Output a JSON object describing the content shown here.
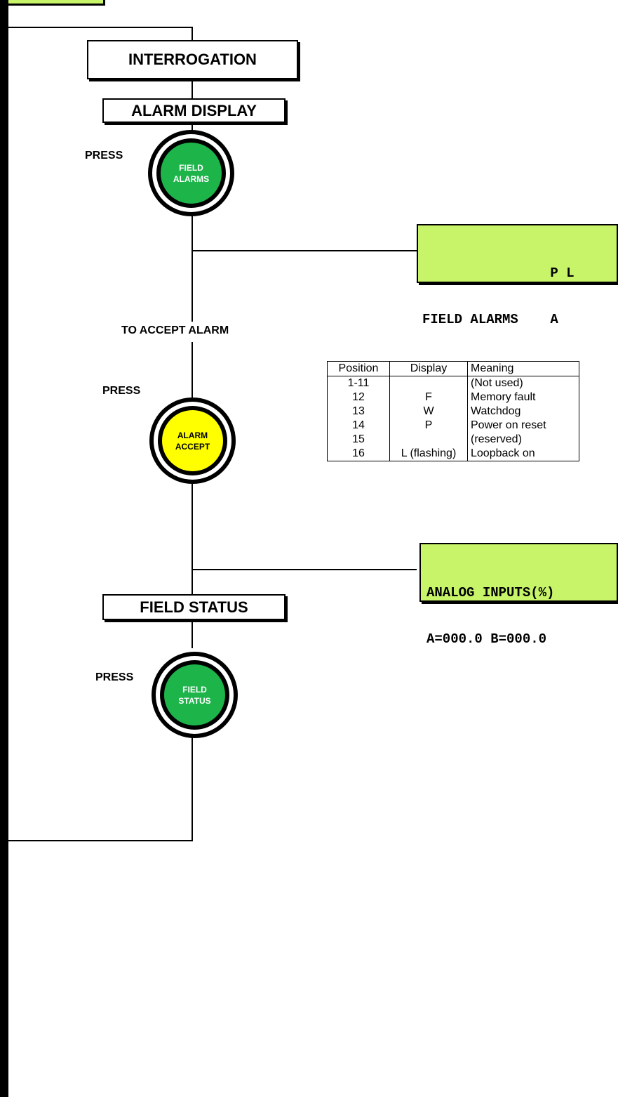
{
  "boxes": {
    "interrogation": "INTERROGATION",
    "alarm_display": "ALARM DISPLAY",
    "field_status": "FIELD STATUS"
  },
  "labels": {
    "press_1": "PRESS",
    "to_accept": "TO ACCEPT ALARM",
    "press_2": "PRESS",
    "press_3": "PRESS"
  },
  "buttons": {
    "field_alarms": {
      "line1": "FIELD",
      "line2": "ALARMS",
      "color": "#1db44a"
    },
    "alarm_accept": {
      "line1": "ALARM",
      "line2": "ACCEPT",
      "color": "#ffff00"
    },
    "field_status": {
      "line1": "FIELD",
      "line2": "STATUS",
      "color": "#1db44a"
    }
  },
  "displays": {
    "field_alarms": {
      "line1": "                P L",
      "line2": "FIELD ALARMS    A"
    },
    "analog_inputs": {
      "line1": "ANALOG INPUTS(%)",
      "line2": "A=000.0 B=000.0"
    }
  },
  "table": {
    "headers": [
      "Position",
      "Display",
      "Meaning"
    ],
    "rows": [
      [
        "1-11",
        "",
        "(Not used)"
      ],
      [
        "12",
        "F",
        "Memory fault"
      ],
      [
        "13",
        "W",
        "Watchdog"
      ],
      [
        "14",
        "P",
        "Power on reset"
      ],
      [
        "15",
        "",
        "(reserved)"
      ],
      [
        "16",
        "L (flashing)",
        "Loopback on"
      ]
    ]
  },
  "colors": {
    "lcd_background": "#c8f46a",
    "green_button": "#1db44a",
    "yellow_button": "#ffff00"
  }
}
